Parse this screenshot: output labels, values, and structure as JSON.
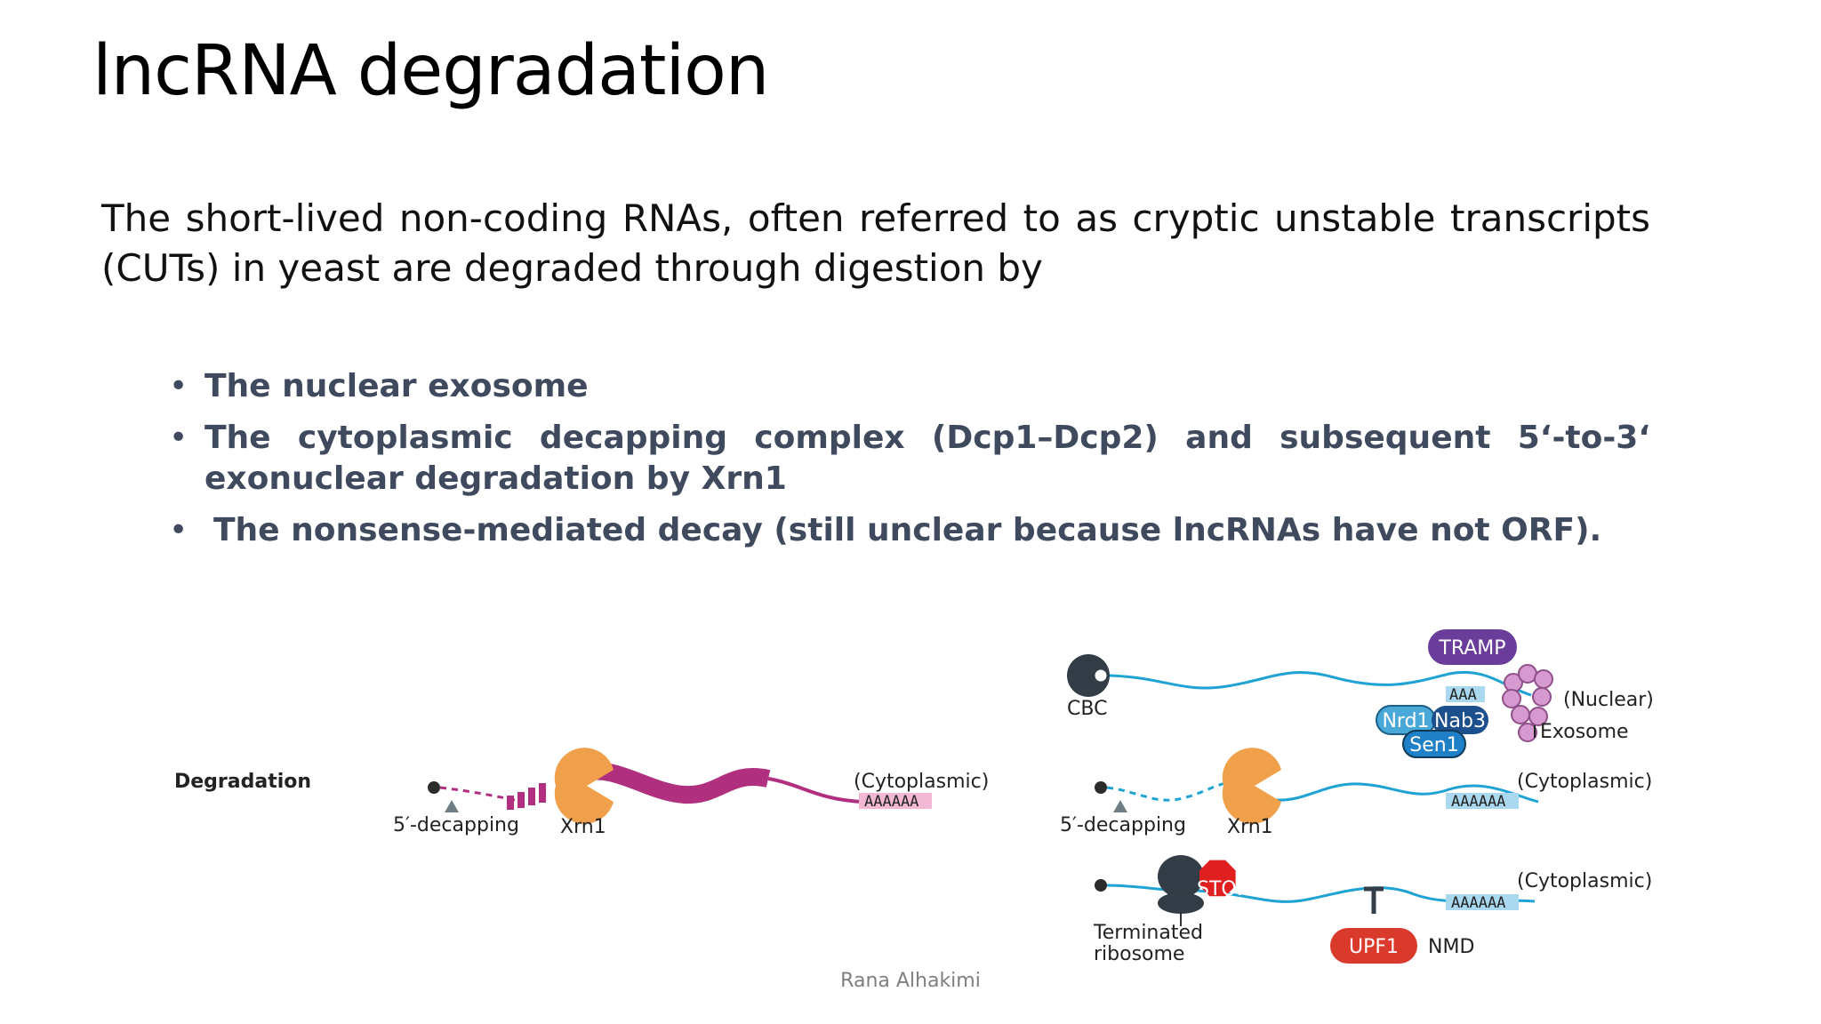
{
  "slide": {
    "title": "lncRNA degradation",
    "intro": "The short-lived non-coding RNAs, often referred to as cryptic unstable transcripts (CUTs) in yeast are degraded through digestion by",
    "bullets": [
      "The nuclear exosome",
      "The cytoplasmic decapping complex (Dcp1–Dcp2) and subsequent 5‘-to-3‘ exonuclear degradation by Xrn1",
      "The nonsense-mediated decay (still unclear because lncRNAs have not ORF)."
    ],
    "footer": "Rana Alhakimi"
  },
  "figure": {
    "row_label": "Degradation",
    "left_panel": {
      "decapping": "5′-decapping",
      "enzyme": "Xrn1",
      "polyA": "AAAAAA",
      "location": "(Cytoplasmic)"
    },
    "right_top": {
      "cap_complex": "CBC",
      "tramp": "TRAMP",
      "polyA": "AAA",
      "nrd1": "Nrd1",
      "nab3": "Nab3",
      "sen1": "Sen1",
      "exosome": "Exosome",
      "location": "(Nuclear)"
    },
    "right_mid": {
      "decapping": "5′-decapping",
      "enzyme": "Xrn1",
      "polyA": "AAAAAA",
      "location": "(Cytoplasmic)"
    },
    "right_bottom": {
      "stop": "STOP",
      "ribosome_line1": "Terminated",
      "ribosome_line2": "ribosome",
      "upf1": "UPF1",
      "nmd": "NMD",
      "polyA": "AAAAAA",
      "location": "(Cytoplasmic)"
    },
    "colors": {
      "rna_left": "#b0307f",
      "rna_right": "#1fa3d4",
      "xrn1": "#f0a04b",
      "tramp": "#6a3d9a",
      "exosome": "#d79ad0",
      "nab3": "#1d4f8c",
      "nrd1": "#4aa8d8",
      "sen1": "#1f7fc7",
      "upf1": "#d93a2b",
      "stop": "#e02020",
      "polyA_pink": "#f2b8d4",
      "polyA_blue": "#a9d8ef",
      "ribosome": "#333d47"
    }
  }
}
